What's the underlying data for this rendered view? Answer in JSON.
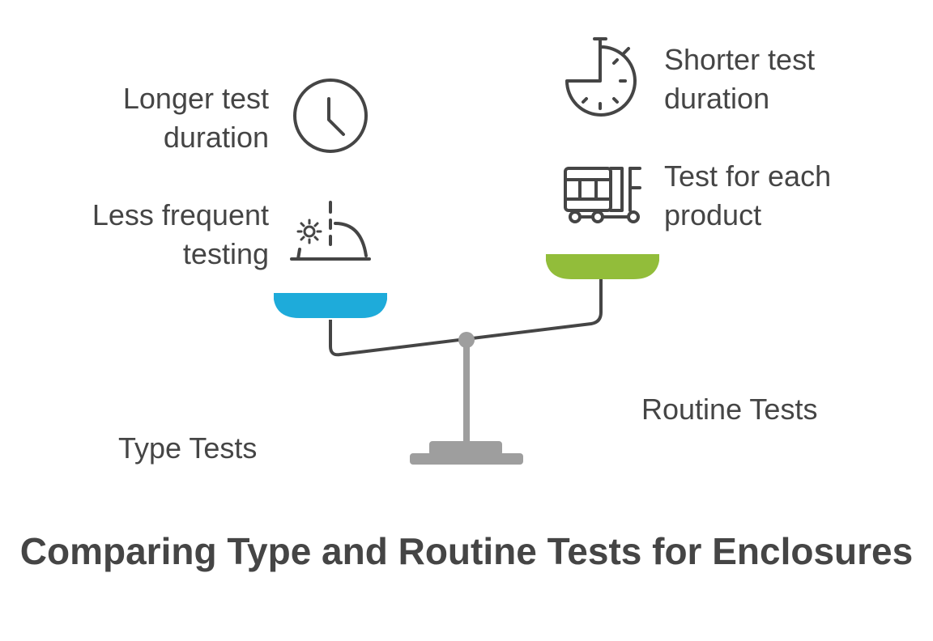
{
  "left_side": {
    "group_label": "Type Tests",
    "item1": {
      "line1": "Longer test",
      "line2": "duration",
      "icon": "clock-icon"
    },
    "item2": {
      "line1": "Less frequent",
      "line2": "testing",
      "icon": "sunset-icon"
    },
    "pan_color": "#1eabda"
  },
  "right_side": {
    "group_label": "Routine Tests",
    "item1": {
      "line1": "Shorter test",
      "line2": "duration",
      "icon": "stopwatch-icon"
    },
    "item2": {
      "line1": "Test for each",
      "line2": "product",
      "icon": "production-line-icon"
    },
    "pan_color": "#92bd3a"
  },
  "title": "Comparing Type and Routine Tests for Enclosures"
}
